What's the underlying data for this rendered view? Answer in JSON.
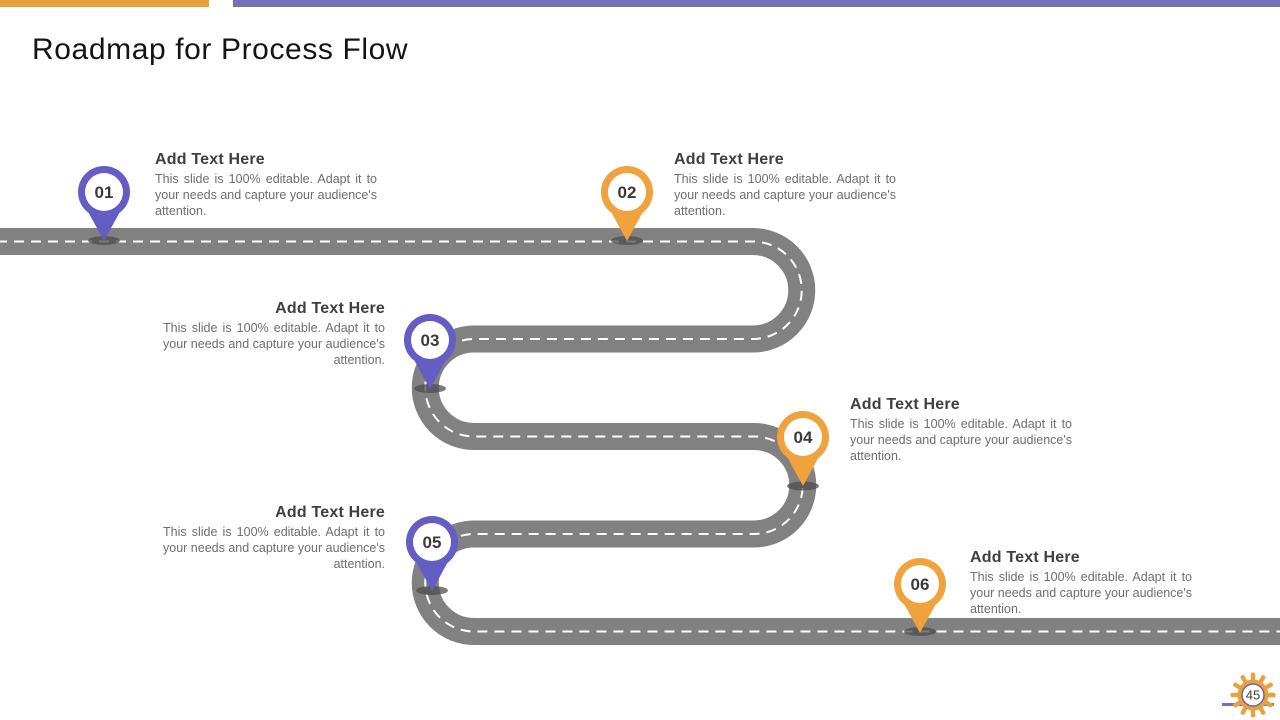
{
  "slide": {
    "title": "Roadmap for Process Flow",
    "page_number": "45"
  },
  "colors": {
    "top_bar_orange": "#E8A13C",
    "top_bar_purple": "#7770B9",
    "road_gray": "#818181",
    "road_dash_white": "#FFFFFF",
    "pin_purple": "#655DC4",
    "pin_orange": "#F0A23C",
    "heading_text": "#3F3F3F",
    "body_text": "#6E6E6E"
  },
  "milestones": [
    {
      "number": "01",
      "color_hex": "#655DC4",
      "heading": "Add Text Here",
      "body": "This slide is 100% editable. Adapt it to your needs and capture your audience's attention."
    },
    {
      "number": "02",
      "color_hex": "#F0A23C",
      "heading": "Add Text Here",
      "body": "This slide is 100% editable. Adapt it to your needs and capture your audience's attention."
    },
    {
      "number": "03",
      "color_hex": "#655DC4",
      "heading": "Add Text Here",
      "body": "This slide is 100% editable. Adapt it to your needs and capture your audience's attention."
    },
    {
      "number": "04",
      "color_hex": "#F0A23C",
      "heading": "Add Text Here",
      "body": "This slide is 100% editable. Adapt it to your needs and capture your audience's attention."
    },
    {
      "number": "05",
      "color_hex": "#655DC4",
      "heading": "Add Text Here",
      "body": "This slide is 100% editable. Adapt it to your needs and capture your audience's attention."
    },
    {
      "number": "06",
      "color_hex": "#F0A23C",
      "heading": "Add Text Here",
      "body": "This slide is 100% editable. Adapt it to your needs and capture your audience's attention."
    }
  ]
}
